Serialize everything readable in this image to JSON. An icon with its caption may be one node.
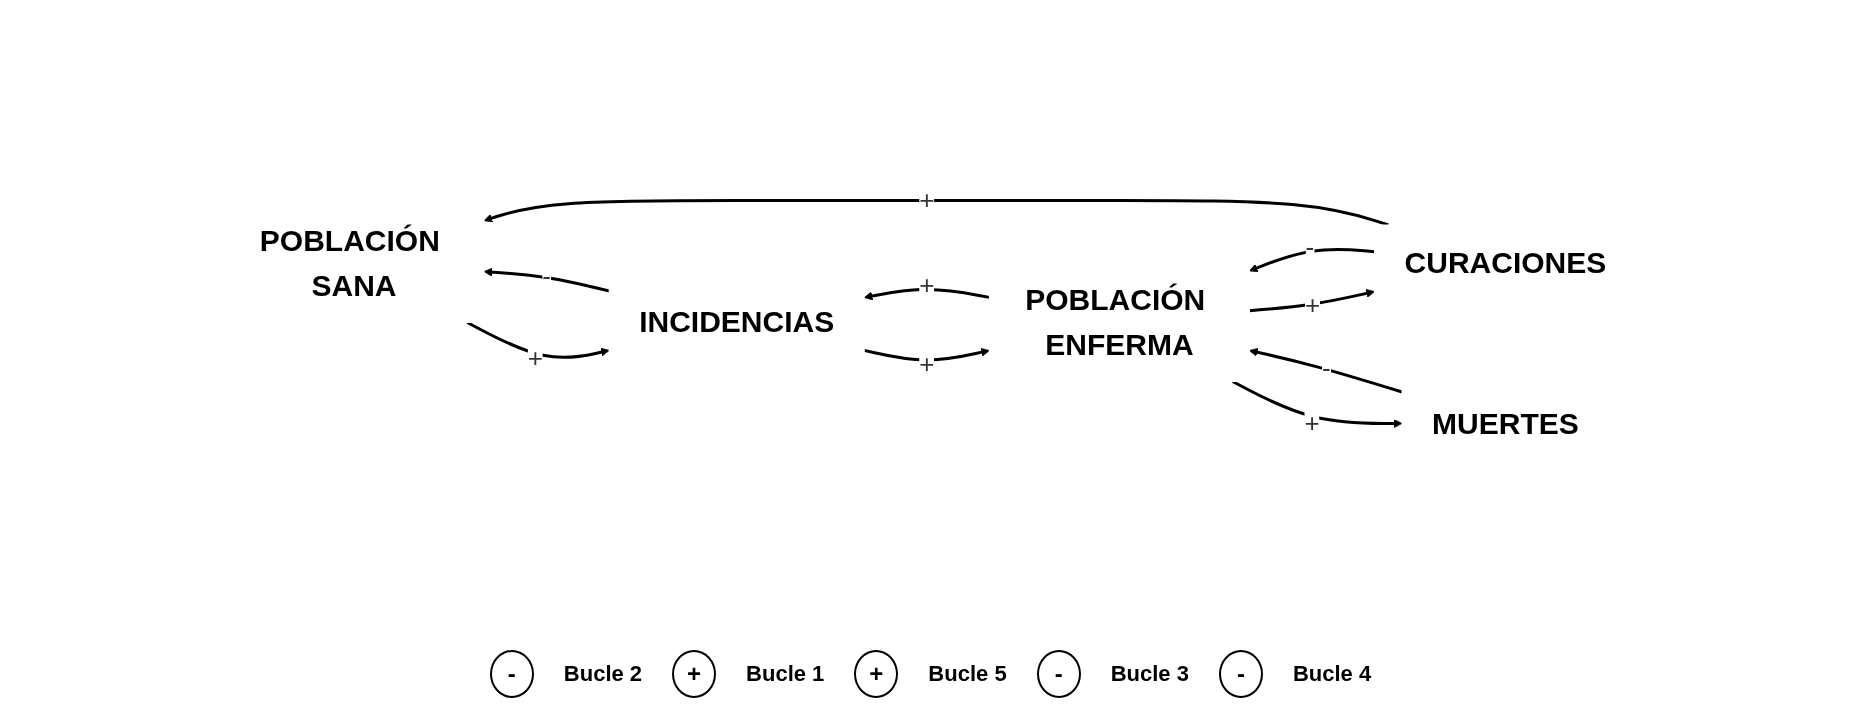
{
  "diagram": {
    "nodes": [
      {
        "text": [
          "POBLACIÓN SANA"
        ]
      },
      {
        "text": [
          "INCIDENCIAS"
        ]
      },
      {
        "text": [
          "POBLACIÓN ENFERMA"
        ]
      },
      {
        "text": [
          "CURACIONES"
        ]
      },
      {
        "text": [
          "MUERTES"
        ]
      }
    ],
    "edges": [
      {
        "from": 1,
        "to": 0,
        "arrow": "to",
        "label": "-"
      },
      {
        "from": 0,
        "to": 1,
        "arrow": "to",
        "label": "+"
      },
      {
        "from": 1,
        "to": 2,
        "arrow": "to",
        "label": "+"
      },
      {
        "from": 2,
        "to": 1,
        "arrow": "to",
        "label": "+"
      },
      {
        "from": 3,
        "to": 2,
        "arrow": "to",
        "label": "-"
      },
      {
        "from": 2,
        "to": 3,
        "arrow": "to",
        "label": "+"
      },
      {
        "from": 2,
        "to": 4,
        "arrow": "to",
        "label": "+"
      },
      {
        "from": 4,
        "to": 2,
        "arrow": "to",
        "label": "-"
      },
      {
        "from": 3,
        "to": 0,
        "arrow": "to",
        "label": "+"
      }
    ],
    "labels": [
      "-",
      "Bucle 2",
      "+",
      "Bucle 1",
      "+",
      "Bucle 5",
      "-",
      "Bucle 3",
      "-",
      "Bucle 4"
    ]
  }
}
